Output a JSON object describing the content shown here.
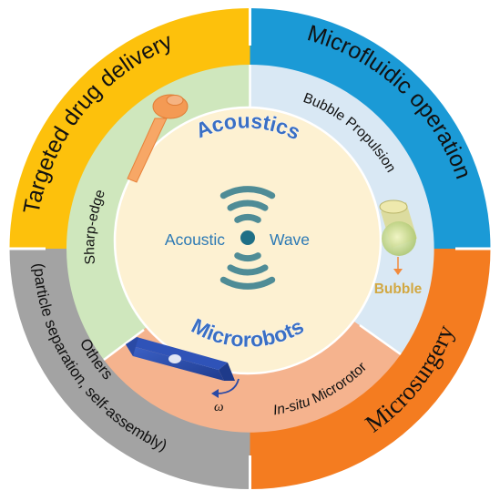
{
  "outer_ring": {
    "top_left": {
      "label": "Targeted drug delivery",
      "color": "#fdc10c"
    },
    "top_right": {
      "label": "Microfluidic operation",
      "color": "#1b9ad6"
    },
    "bottom_right": {
      "label": "Microsurgery",
      "color": "#f47c20"
    },
    "bottom_left": {
      "line1": "Others",
      "line2": "(particle separation, self-assembly)",
      "color": "#a3a3a3"
    }
  },
  "middle_ring": {
    "left": {
      "label": "Sharp-edge",
      "color": "#cfe7bd"
    },
    "right": {
      "label": "Bubble Propulsion",
      "color": "#d9e8f4"
    },
    "bottom": {
      "label_italic": "In-situ",
      "label_rest": " Microrotor",
      "color": "#f5b38e"
    },
    "bubble_label": "Bubble",
    "omega_label": "ω"
  },
  "center": {
    "top_word": "Acoustics",
    "bottom_word": "Microrobots",
    "left_word": "Acoustic",
    "right_word": "Wave",
    "color": "#fdf1d2"
  }
}
